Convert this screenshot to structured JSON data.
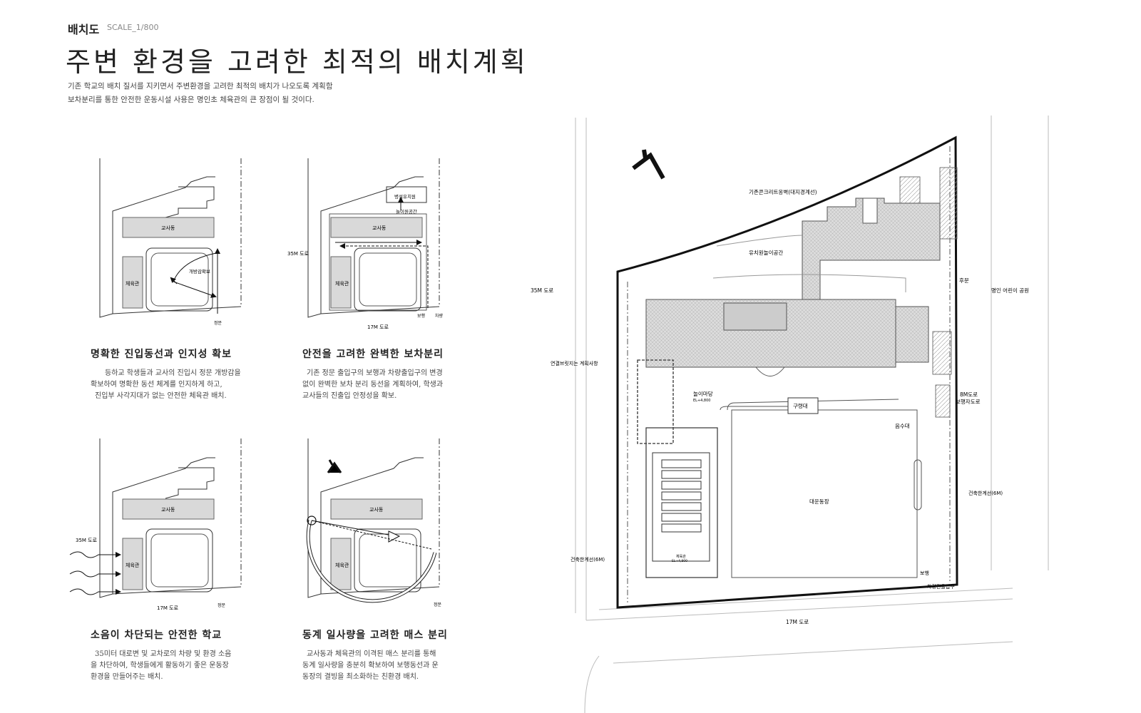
{
  "header": {
    "label": "배치도",
    "scale": "SCALE_1/800"
  },
  "title": "주변 환경을 고려한 최적의 배치계획",
  "intro": [
    "기존 학교의 배치 질서를 지키면서 주변환경을 고려한 최적의 배치가 나오도록 계획함",
    "보차분리를 통한 안전한 운동시설 사용은 명인초 체육관의 큰 장점이 될 것이다."
  ],
  "diagrams": [
    {
      "caption": "명확한 진입동선과 인지성 확보",
      "desc": [
        "등하교 학생들과 교사의 진입시 정문 개방감을",
        "확보하여 명확한 동선 체계를 인지하게 하고,",
        "진입부 사각지대가 없는 안전한 체육관 배치."
      ],
      "labels": {
        "classroom": "교사동",
        "gym": "체육관",
        "open": "개방감확보",
        "gate": "정문"
      }
    },
    {
      "caption": "안전을 고려한 완벽한 보차분리",
      "desc": [
        "기존 정문 출입구의 보행과 차량출입구의 변경",
        "없이 완벽한 보차 분리 동선을 계획하여, 학생과",
        "교사들의 진출입 안정성을 확보."
      ],
      "labels": {
        "classroom": "교사동",
        "gym": "체육관",
        "kinder": "병설유치원",
        "play": "놀이원공간",
        "road35": "35M 도로",
        "road17": "17M 도로",
        "walk": "보행",
        "car": "차량"
      }
    },
    {
      "caption": "소음이 차단되는 안전한 학교",
      "desc": [
        "35미터 대로변 및 교차로의 차량 및 환경 소음",
        "을 차단하여, 학생들에게 활동하기 좋은 운동장",
        "환경을 만들어주는 배치."
      ],
      "labels": {
        "classroom": "교사동",
        "gym": "체육관",
        "road35": "35M 도로",
        "road17": "17M 도로",
        "gate": "정문"
      }
    },
    {
      "caption": "동계 일사량을 고려한 매스 분리",
      "desc": [
        "교사동과 체육관의 이격된 매스 분리를 통해",
        "동계 일사량을 충분히 확보하여 보행동선과 운",
        "동장의 결빙을 최소화하는 친환경 배치."
      ],
      "labels": {
        "classroom": "교사동",
        "gym": "체육관",
        "gate": "정문"
      }
    }
  ],
  "site_plan": {
    "existing_wall": "기존콘크리트옹벽(대지경계선)",
    "kinder_play": "유치원놀이공간",
    "back_gate": "후문",
    "park": "명인 어린이 공원",
    "road35": "35M 도로",
    "extension": "연결브릿지는 계획사항",
    "playground": "놀이마당",
    "playground_el": "EL+4,800",
    "stand": "구령대",
    "water": "음수대",
    "road8": "8M도로",
    "walkway": "보행자도로",
    "field": "대운동장",
    "building_line_r": "건축한계선(6M)",
    "building_line_l": "건축한계선(6M)",
    "gym_name": "체육관",
    "gym_el": "EL+4,800",
    "walk": "보행",
    "car_entry": "차량진출입구",
    "road17": "17M 도로"
  }
}
